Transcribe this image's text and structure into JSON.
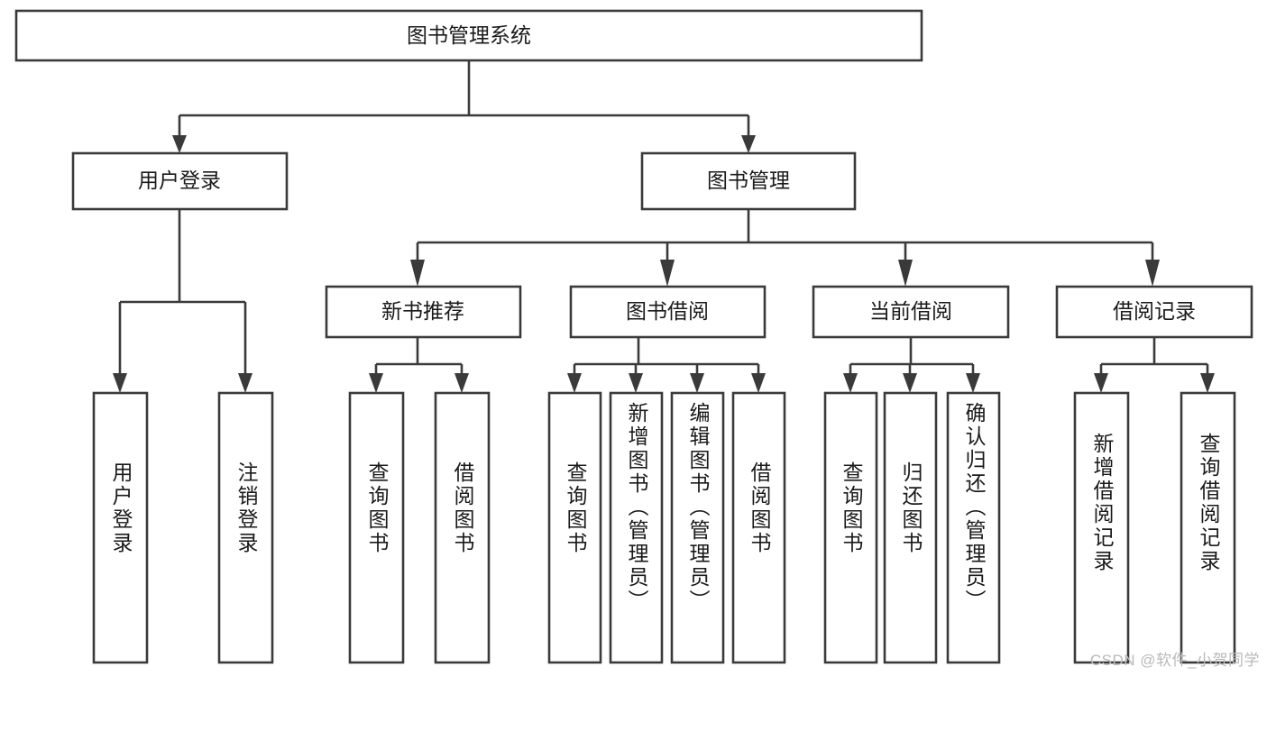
{
  "diagram": {
    "type": "hierarchy-tree",
    "title": "图书管理系统",
    "background_color": "#ffffff",
    "stroke_color": "#3a3a3a",
    "text_color": "#1a1a1a",
    "root": {
      "label": "图书管理系统"
    },
    "level2": [
      {
        "label": "用户登录"
      },
      {
        "label": "图书管理"
      }
    ],
    "level3": [
      {
        "label": "新书推荐"
      },
      {
        "label": "图书借阅"
      },
      {
        "label": "当前借阅"
      },
      {
        "label": "借阅记录"
      }
    ],
    "leaves": {
      "user_login": [
        {
          "label": "用户登录"
        },
        {
          "label": "注销登录"
        }
      ],
      "new_book_recommend": [
        {
          "label": "查询图书"
        },
        {
          "label": "借阅图书"
        }
      ],
      "book_borrow": [
        {
          "label": "查询图书"
        },
        {
          "label": "新增图书（管理员）"
        },
        {
          "label": "编辑图书（管理员）"
        },
        {
          "label": "借阅图书"
        }
      ],
      "current_borrow": [
        {
          "label": "查询图书"
        },
        {
          "label": "归还图书"
        },
        {
          "label": "确认归还（管理员）"
        }
      ],
      "borrow_record": [
        {
          "label": "新增借阅记录"
        },
        {
          "label": "查询借阅记录"
        }
      ]
    }
  },
  "watermark": {
    "text": "CSDN @软件_小贺同学",
    "color": "#b9b9b9"
  }
}
